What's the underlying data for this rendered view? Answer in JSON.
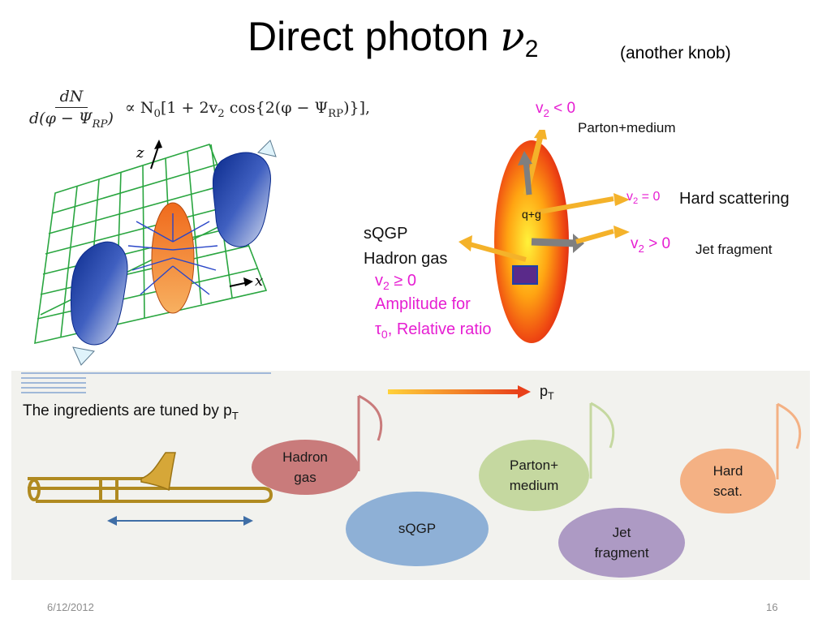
{
  "title": {
    "text": "Direct photon ",
    "symbol": "ν",
    "subscript": "2",
    "note": "(another knob)"
  },
  "formula": {
    "numerator": "dN",
    "denominator": "d(φ − Ψ",
    "denominator_sub": "RP",
    "denominator_end": ")",
    "rhs_start": "∝ N",
    "rhs_n_sub": "0",
    "rhs_mid": "[1 + 2v",
    "rhs_v_sub": "2",
    "rhs_cos": " cos{2(φ − Ψ",
    "rhs_psi_sub": "RP",
    "rhs_end": ")}],"
  },
  "collision": {
    "z_axis": "z",
    "x_axis": "x"
  },
  "fireball": {
    "v2_lt0": {
      "v": "v",
      "sub": "2",
      "rel": " < 0"
    },
    "parton_medium": "Parton+medium",
    "v2_eq0": {
      "v": "v",
      "sub": "2",
      "rel": " = 0"
    },
    "hard_scattering": "Hard scattering",
    "qg": "q+g",
    "sqgp": "sQGP",
    "hadron_gas": "Hadron gas",
    "v2_gt0": {
      "v": "v",
      "sub": "2",
      "rel": " > 0"
    },
    "jet_fragment": "Jet fragment",
    "v2_ge0": {
      "v": "v",
      "sub": "2",
      "rel": " ≥ 0"
    },
    "amplitude_for": "Amplitude for",
    "tau": "τ",
    "tau_sub": "0",
    "relative_ratio": ", Relative ratio"
  },
  "bottom": {
    "ingredients": "The ingredients are tuned by p",
    "ingredients_sub": "T",
    "pt": "p",
    "pt_sub": "T",
    "bubbles": {
      "hadron_gas": {
        "line1": "Hadron",
        "line2": "gas",
        "color": "#c97b7b"
      },
      "sqgp": {
        "line1": "sQGP",
        "color": "#8eb0d6"
      },
      "parton_medium": {
        "line1": "Parton+",
        "line2": "medium",
        "color": "#c5d8a0"
      },
      "jet_fragment": {
        "line1": "Jet",
        "line2": "fragment",
        "color": "#ad9ac4"
      },
      "hard_scat": {
        "line1": "Hard",
        "line2": "scat.",
        "color": "#f4b184"
      }
    }
  },
  "footer": {
    "date": "6/12/2012",
    "page": "16"
  },
  "colors": {
    "accent_magenta": "#e61ed2",
    "arrow_orange": "#f4b22a",
    "arrow_gray": "#7f7f7f",
    "slide_arrow_blue": "#3f6ea6"
  }
}
